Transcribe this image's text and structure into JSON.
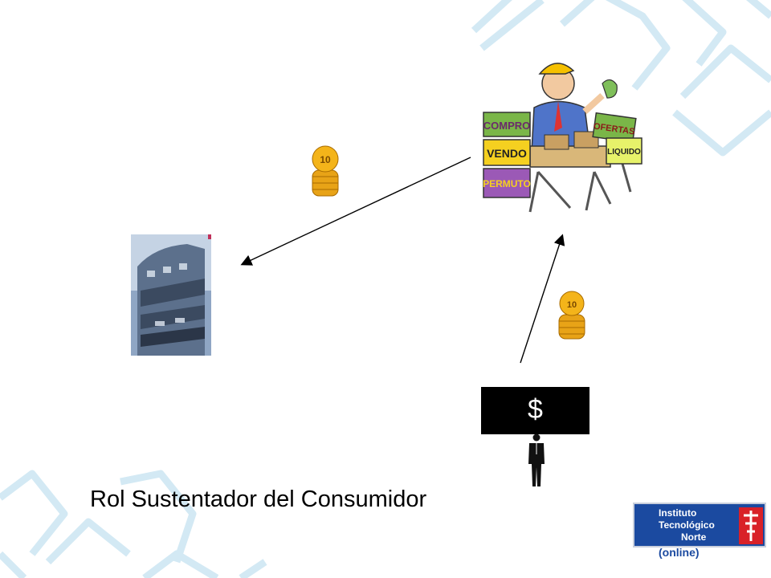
{
  "slide": {
    "title": "Rol Sustentador del Consumidor",
    "dollar_sign": "$"
  },
  "vendor_signs": {
    "compro": "COMPRO",
    "vendo": "VENDO",
    "permuto": "PERMUTO",
    "ofertas": "OFERTAS",
    "liquido": "LIQUIDO"
  },
  "coin_label": "10",
  "logo": {
    "line1": "Instituto",
    "line2": "Tecnológico",
    "line3": "Norte",
    "online": "(online)"
  },
  "colors": {
    "decor_stroke": "#cfe6f2",
    "logo_blue": "#1b4aa0",
    "logo_red": "#d92128",
    "coin_gold": "#e8a317"
  }
}
